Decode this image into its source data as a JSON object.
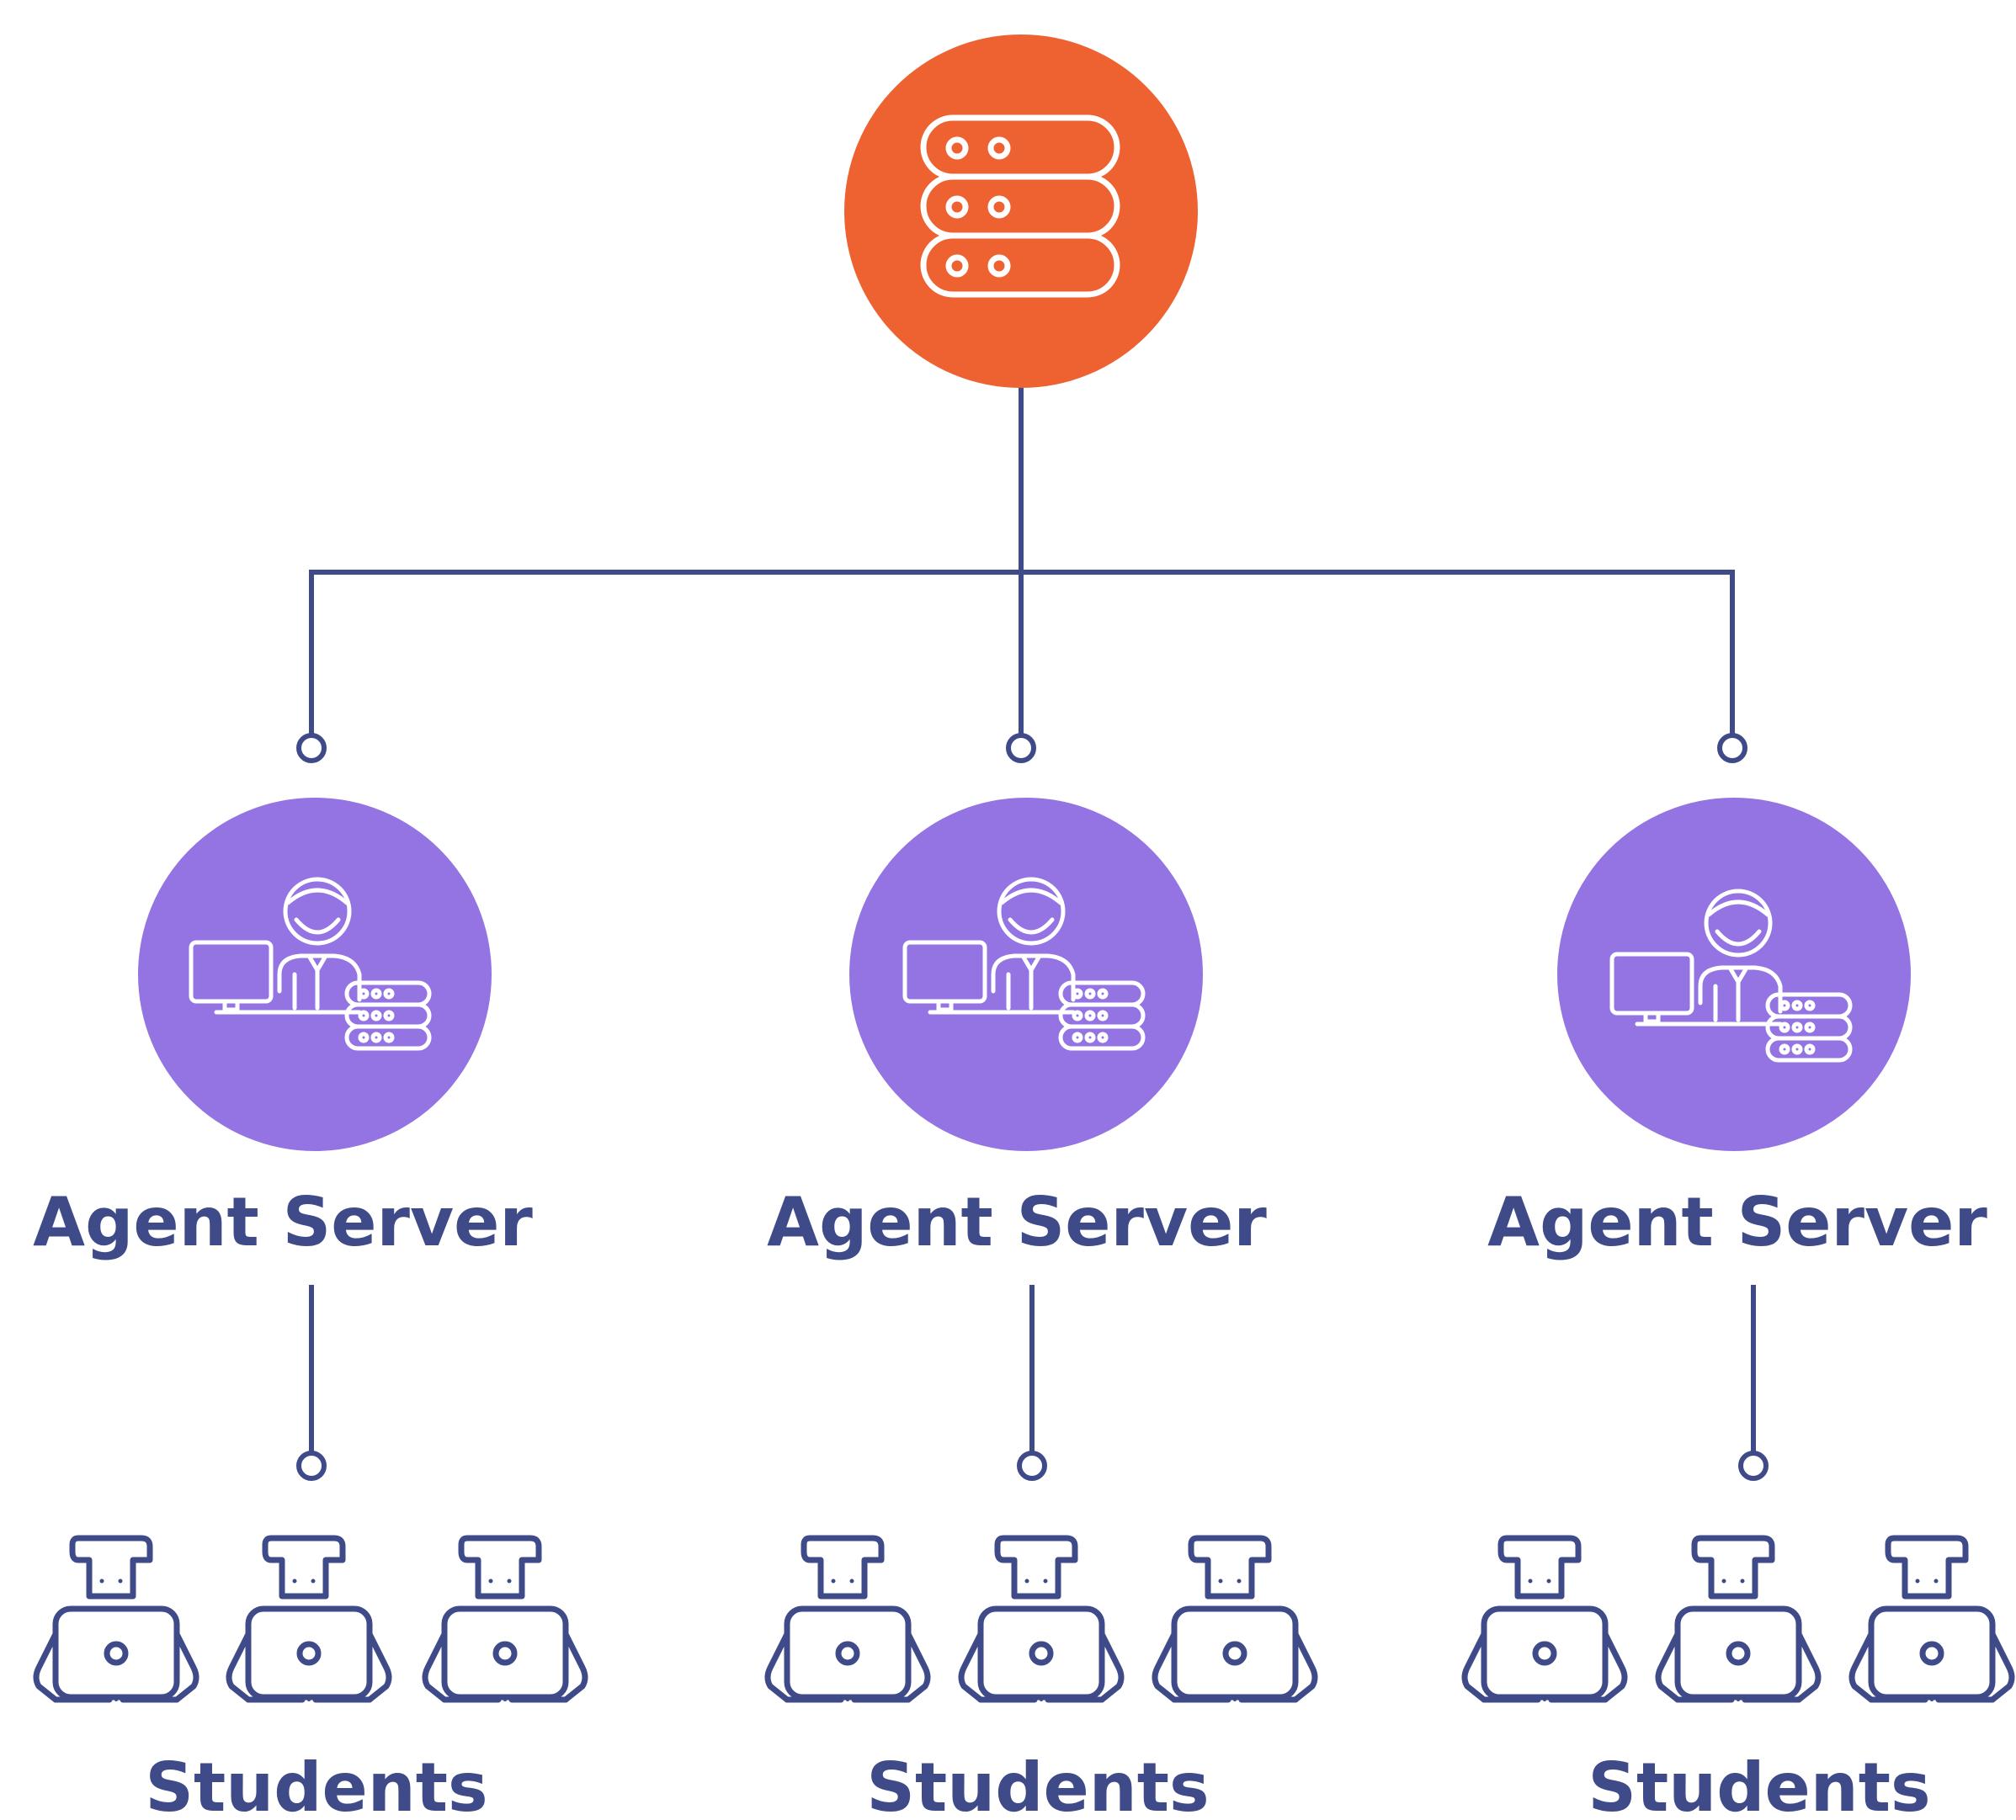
{
  "colors": {
    "line": "#3f4b88",
    "central_server_fill": "#ee6131",
    "agent_fill": "#9374e2",
    "icon_stroke": "#ffffff",
    "background": "#ffffff"
  },
  "central_server": {
    "icon": "server-stack-icon"
  },
  "agents": [
    {
      "label": "Agent Server",
      "icon": "agent-with-computer-and-server-icon",
      "students_label": "Students",
      "students": [
        {
          "icon": "student-with-laptop-icon"
        },
        {
          "icon": "student-with-laptop-icon"
        },
        {
          "icon": "student-with-laptop-icon"
        }
      ]
    },
    {
      "label": "Agent Server",
      "icon": "agent-with-computer-and-server-icon",
      "students_label": "Students",
      "students": [
        {
          "icon": "student-with-laptop-icon"
        },
        {
          "icon": "student-with-laptop-icon"
        },
        {
          "icon": "student-with-laptop-icon"
        }
      ]
    },
    {
      "label": "Agent Server",
      "icon": "agent-with-computer-and-server-icon",
      "students_label": "Students",
      "students": [
        {
          "icon": "student-with-laptop-icon"
        },
        {
          "icon": "student-with-laptop-icon"
        },
        {
          "icon": "student-with-laptop-icon"
        }
      ]
    }
  ]
}
